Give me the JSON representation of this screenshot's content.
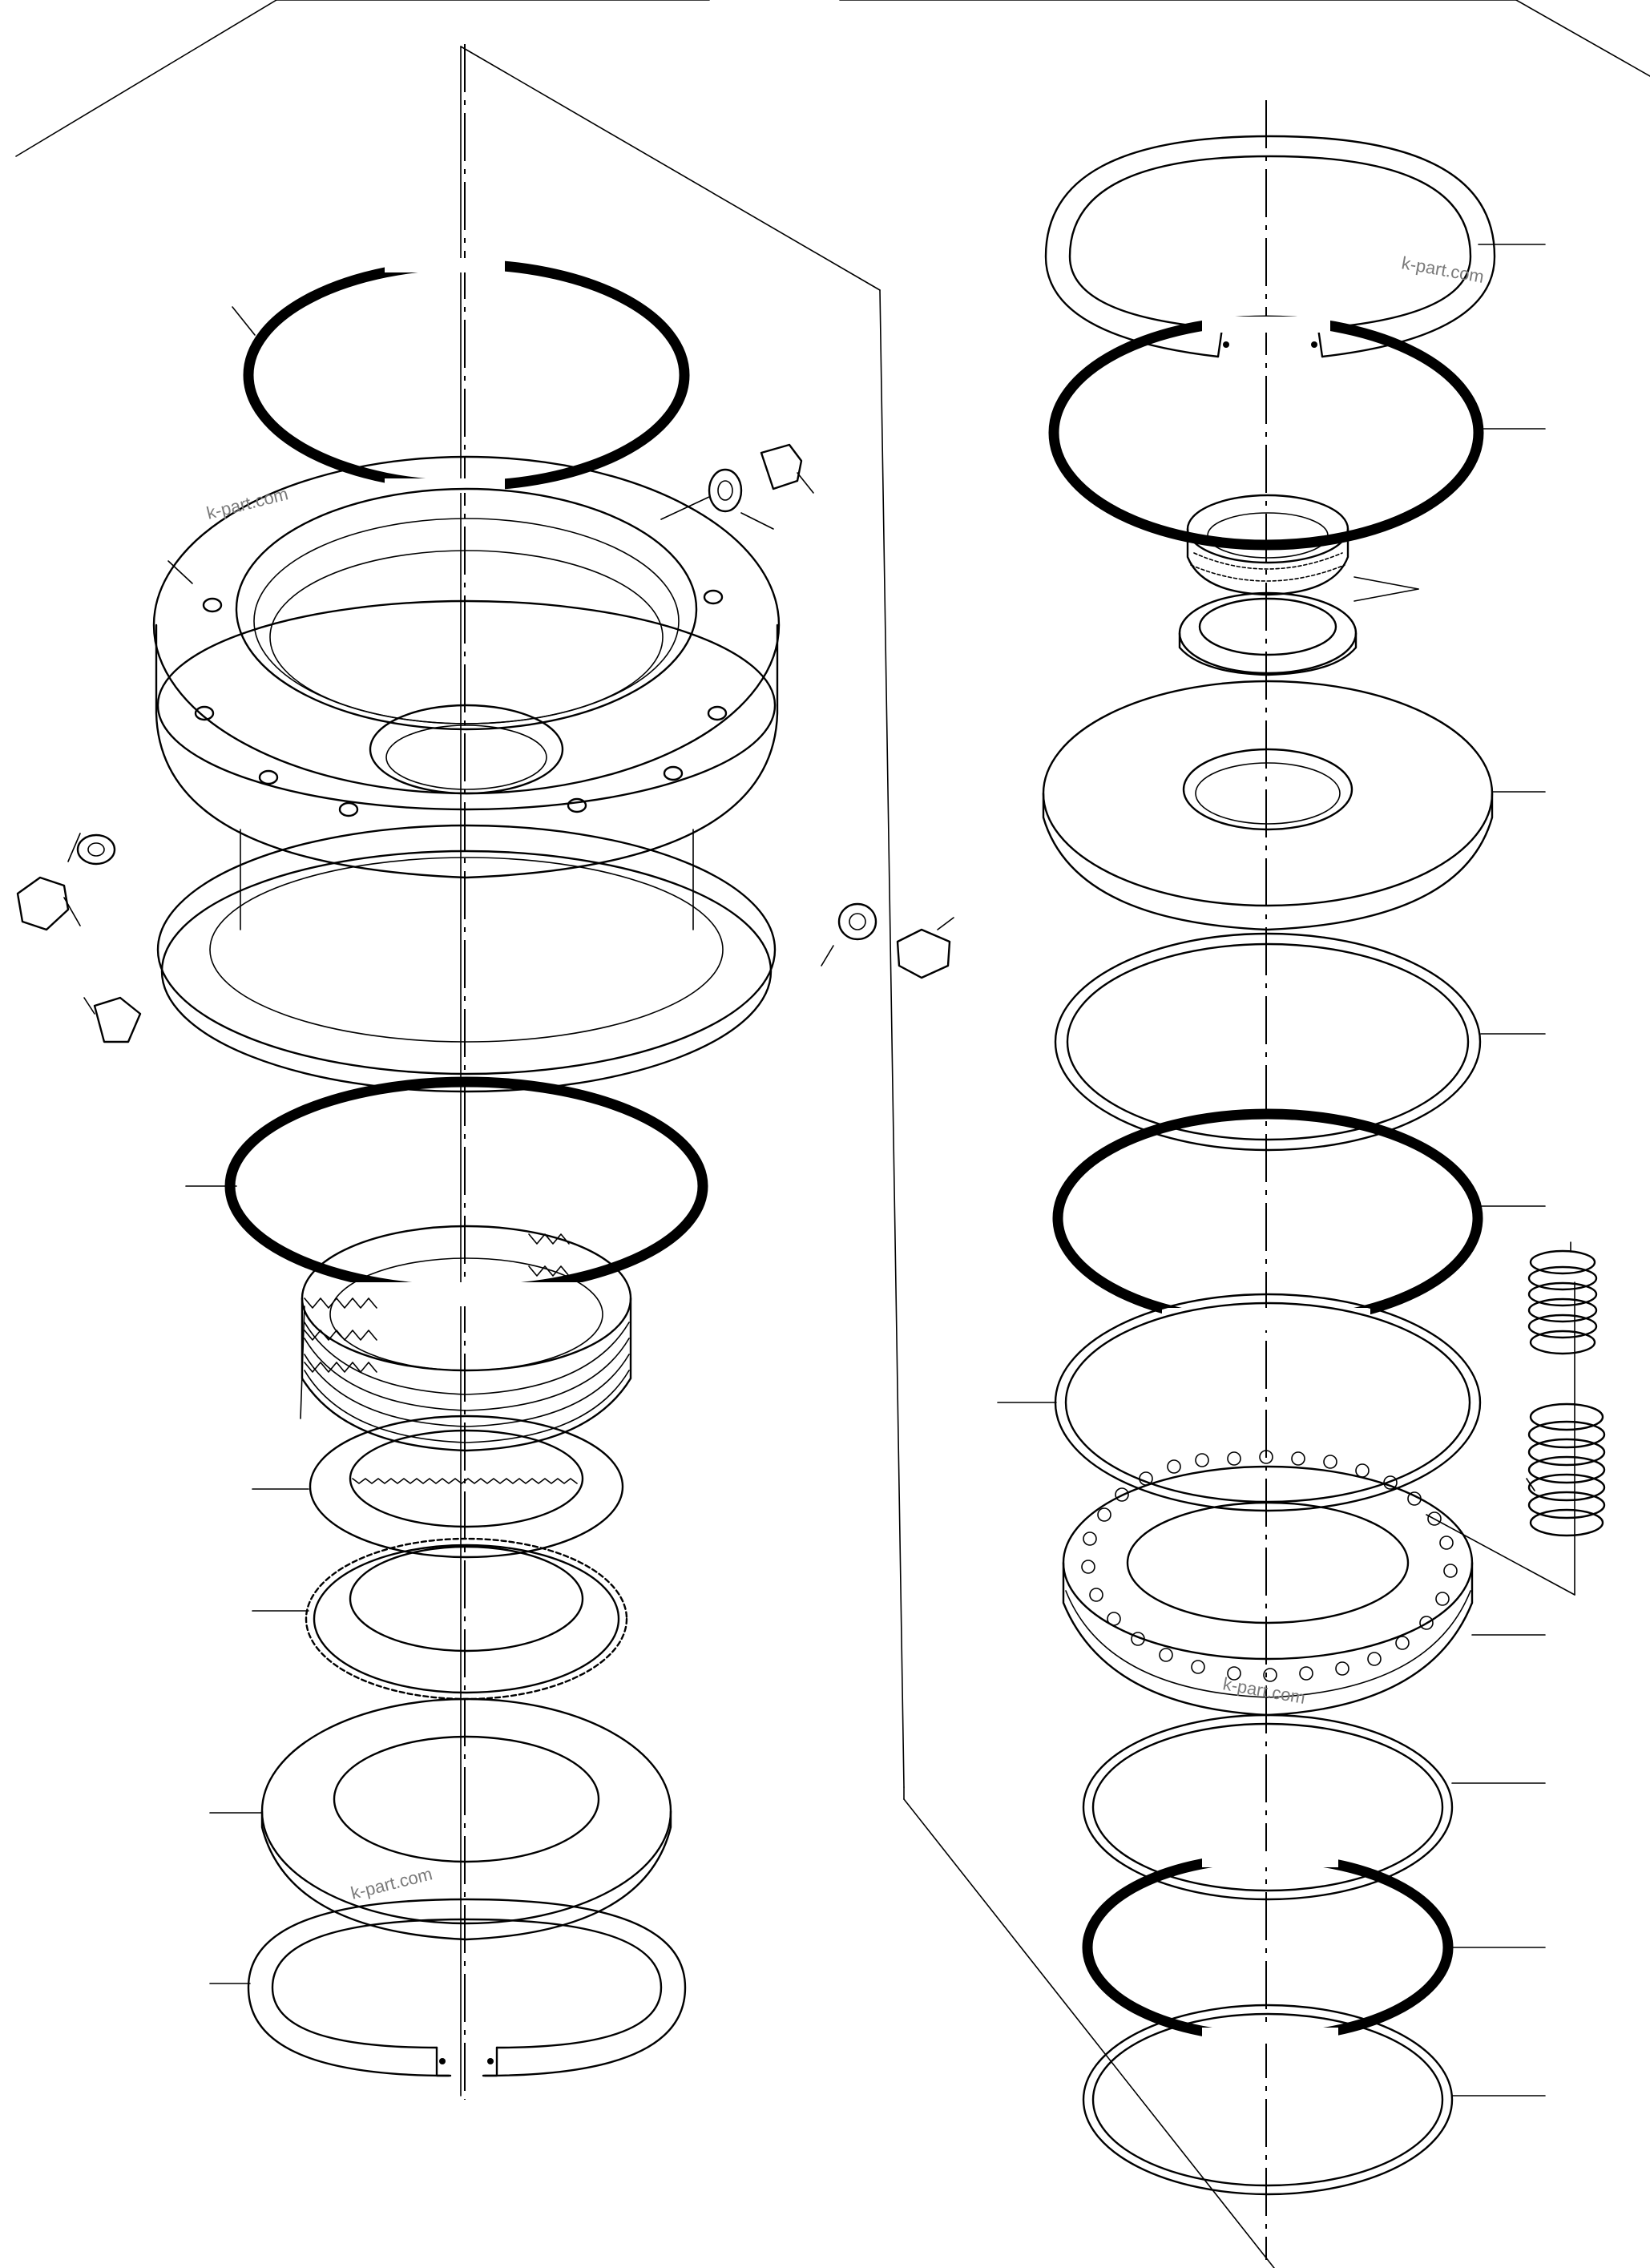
{
  "watermarks": [
    "k-part.com",
    "k-part.com",
    "k-part.com",
    "k-part.com"
  ],
  "colors": {
    "line": "#000000",
    "background": "#ffffff",
    "watermark": "#7a7a7a"
  }
}
